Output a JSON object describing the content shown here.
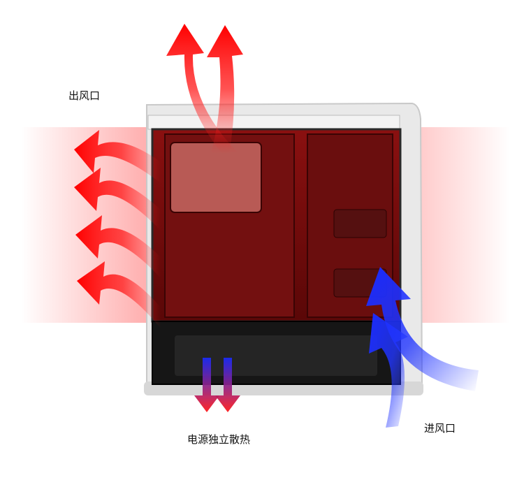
{
  "labels": {
    "exhaust": "出风口",
    "intake": "进风口",
    "psu": "电源独立散热"
  },
  "colors": {
    "exhaust_arrow": "#ff1a1a",
    "intake_arrow": "#1a33ff",
    "case_frame": "#2a2a2a",
    "case_interior": "#3a0808",
    "psu_shroud": "#141414"
  }
}
